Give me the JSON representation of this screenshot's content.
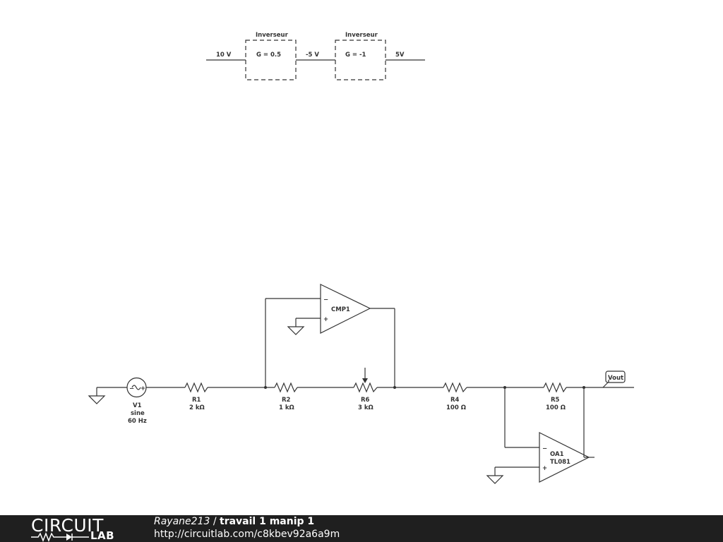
{
  "block_diagram": {
    "input": "10 V",
    "block1": {
      "title": "Inverseur",
      "gain": "G = 0.5"
    },
    "mid": "-5 V",
    "block2": {
      "title": "Inverseur",
      "gain": "G = -1"
    },
    "output": "5V"
  },
  "components": {
    "v1": {
      "name": "V1",
      "type": "sine",
      "freq": "60 Hz"
    },
    "r1": {
      "name": "R1",
      "value": "2 kΩ"
    },
    "r2": {
      "name": "R2",
      "value": "1 kΩ"
    },
    "r6": {
      "name": "R6",
      "value": "3 kΩ"
    },
    "r4": {
      "name": "R4",
      "value": "100 Ω"
    },
    "r5": {
      "name": "R5",
      "value": "100 Ω"
    },
    "cmp1": {
      "name": "CMP1"
    },
    "oa1": {
      "name": "OA1",
      "model": "TL081"
    },
    "vout": {
      "label": "Vout"
    },
    "minus": "−",
    "plus": "+"
  },
  "footer": {
    "logo_top": "CIRCUIT",
    "logo_bottom": "LAB",
    "user": "Rayane213",
    "separator": " / ",
    "project": "travail 1 manip 1",
    "url": "http://circuitlab.com/c8kbev92a6a9m"
  }
}
